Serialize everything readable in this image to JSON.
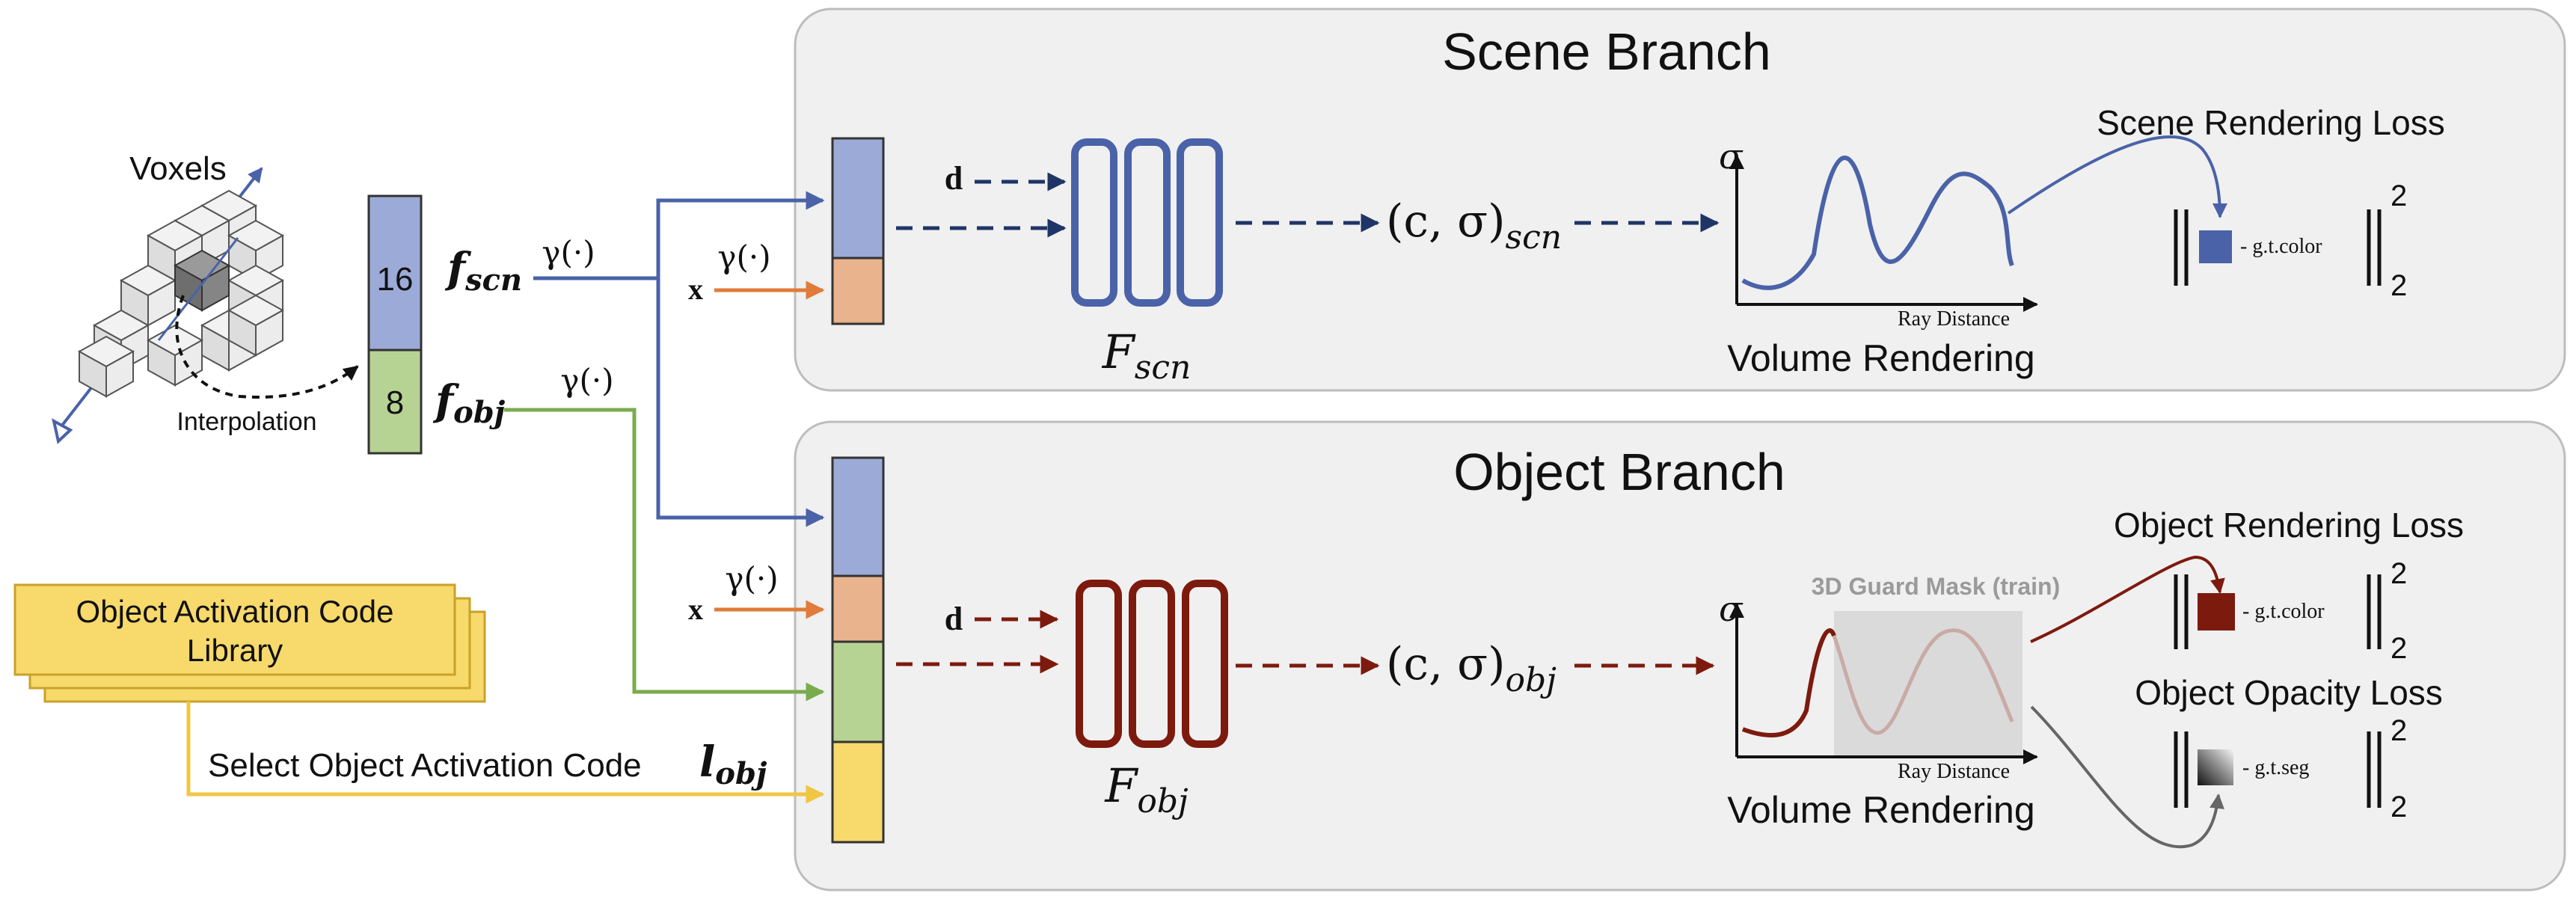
{
  "scene_branch": {
    "title": "Scene Branch",
    "decoder_label": {
      "main": "F",
      "sub": "scn"
    },
    "output_label": {
      "main": "(c, σ)",
      "sub": "scn"
    },
    "input_dir": "d",
    "plot": {
      "y_label": "σ",
      "x_label": "Ray Distance",
      "caption": "Volume Rendering"
    },
    "loss": {
      "title": "Scene Rendering Loss",
      "term": "- g.t.color",
      "sup": "2",
      "sub": "2"
    }
  },
  "object_branch": {
    "title": "Object Branch",
    "decoder_label": {
      "main": "F",
      "sub": "obj"
    },
    "output_label": {
      "main": "(c, σ)",
      "sub": "obj"
    },
    "input_dir": "d",
    "plot": {
      "y_label": "σ",
      "x_label": "Ray Distance",
      "caption": "Volume Rendering",
      "mask_label": "3D Guard Mask (train)"
    },
    "render_loss": {
      "title": "Object Rendering Loss",
      "term": "- g.t.color",
      "sup": "2",
      "sub": "2"
    },
    "opacity_loss": {
      "title": "Object Opacity Loss",
      "term": "- g.t.seg",
      "sup": "2",
      "sub": "2"
    }
  },
  "voxels": {
    "label": "Voxels",
    "interp_label": "Interpolation"
  },
  "feature_vector": {
    "scn_dim": "16",
    "obj_dim": "8",
    "scn_label": {
      "main": "f",
      "sub": "scn"
    },
    "obj_label": {
      "main": "f",
      "sub": "obj"
    }
  },
  "encoding": {
    "gamma": "γ(·)",
    "pos": "x"
  },
  "library": {
    "line1": "Object Activation Code",
    "line2": "Library",
    "select_label": "Select Object Activation Code",
    "code": {
      "main": "l",
      "sub": "obj"
    }
  },
  "colors": {
    "blue": "#4a62a8",
    "blue_fill": "#9caad8",
    "navy": "#1f3566",
    "orange": "#e07b39",
    "orange_fill": "#e9b38d",
    "green": "#79ac4d",
    "green_fill": "#b7d394",
    "yellow": "#f0c642",
    "yellow_fill": "#f7d96c",
    "red": "#7d1a0e",
    "panel": "#f0f0f0"
  }
}
